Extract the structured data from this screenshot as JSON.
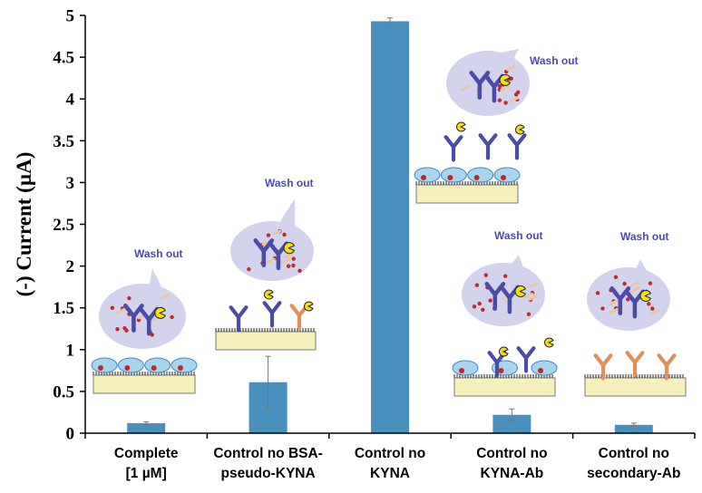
{
  "chart_data": {
    "type": "bar",
    "title": "",
    "xlabel": "",
    "ylabel": "(-) Current (µA)",
    "ylim": [
      0,
      5
    ],
    "yticks": [
      "0",
      "0.5",
      "1",
      "1.5",
      "2",
      "2.5",
      "3",
      "3.5",
      "4",
      "4.5",
      "5"
    ],
    "categories": [
      [
        "Complete",
        "[1 µM]"
      ],
      [
        "Control no BSA-",
        "pseudo-KYNA"
      ],
      [
        "Control no",
        "KYNA"
      ],
      [
        "Control no",
        "KYNA-Ab"
      ],
      [
        "Control no",
        "secondary-Ab"
      ]
    ],
    "values": [
      0.12,
      0.61,
      4.93,
      0.22,
      0.1
    ],
    "errors": [
      0.015,
      0.31,
      0.04,
      0.07,
      0.02
    ],
    "bar_color": "#4a90be",
    "grid": false,
    "legend": "none",
    "annotations": [
      "Wash out",
      "Wash out",
      "Wash out",
      "Wash out",
      "Wash out"
    ]
  }
}
